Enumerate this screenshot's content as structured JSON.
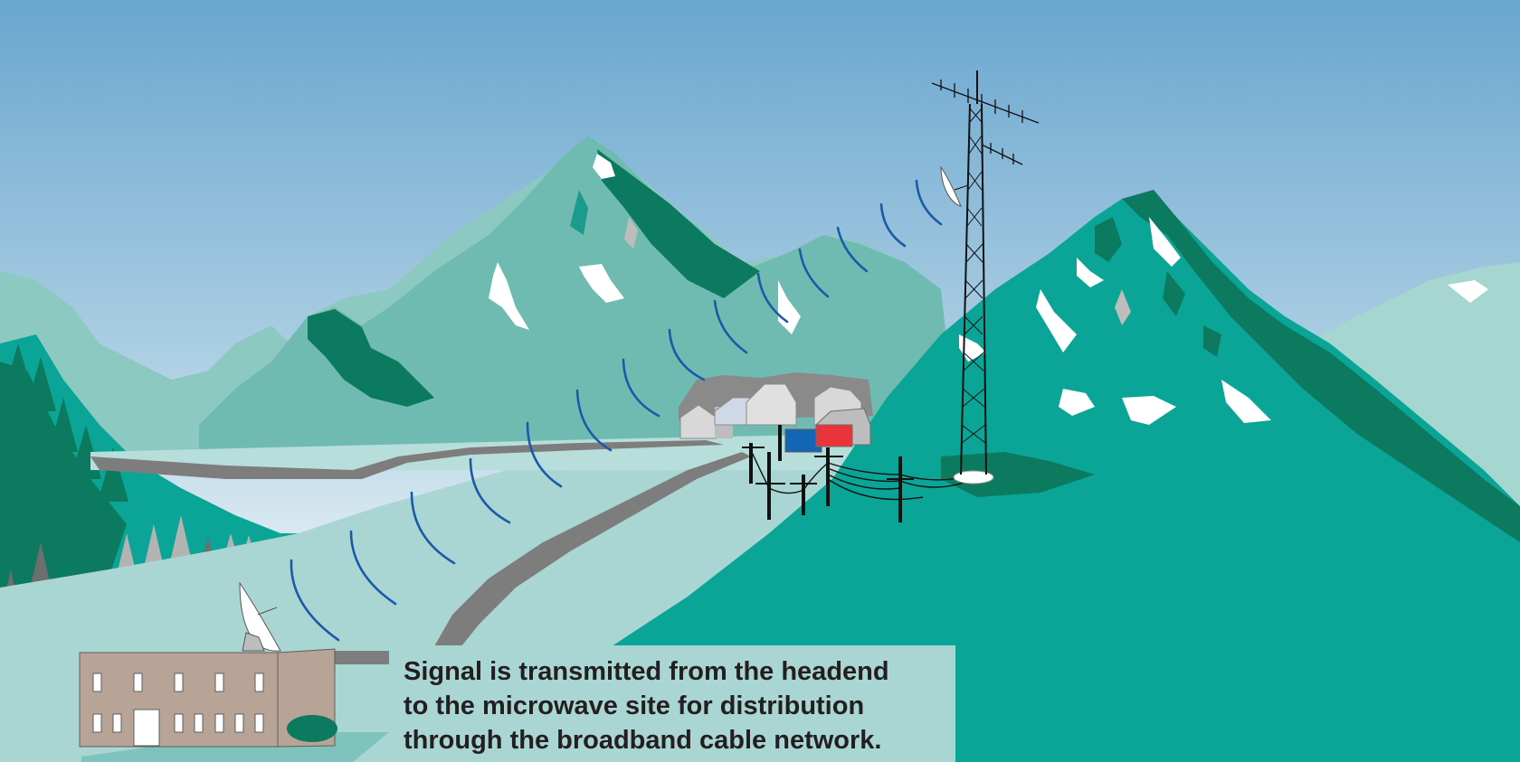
{
  "caption": {
    "lines": [
      "Signal is transmitted from the headend",
      "to the microwave site for distribution",
      "through the broadband cable network."
    ]
  },
  "scene": {
    "elements": [
      "headend-building",
      "satellite-dish",
      "microwave-signal-waves",
      "road",
      "village",
      "utility-poles",
      "broadband-cable",
      "microwave-tower",
      "microwave-dish",
      "mountains",
      "trees"
    ]
  },
  "colors": {
    "sky_top": "#6aa6cf",
    "sky_bottom": "#e2eef4",
    "mountain_far": "#8cc9c1",
    "mountain_mid": "#6fbbb1",
    "mountain_dark": "#0b7a5f",
    "hill_near": "#0aa596",
    "valley": "#a9d6d3",
    "road": "#7d7d7d",
    "signal_wave": "#1a5aa8",
    "building": "#b7a497",
    "house_red": "#e8343a",
    "house_blue": "#1565b5"
  }
}
